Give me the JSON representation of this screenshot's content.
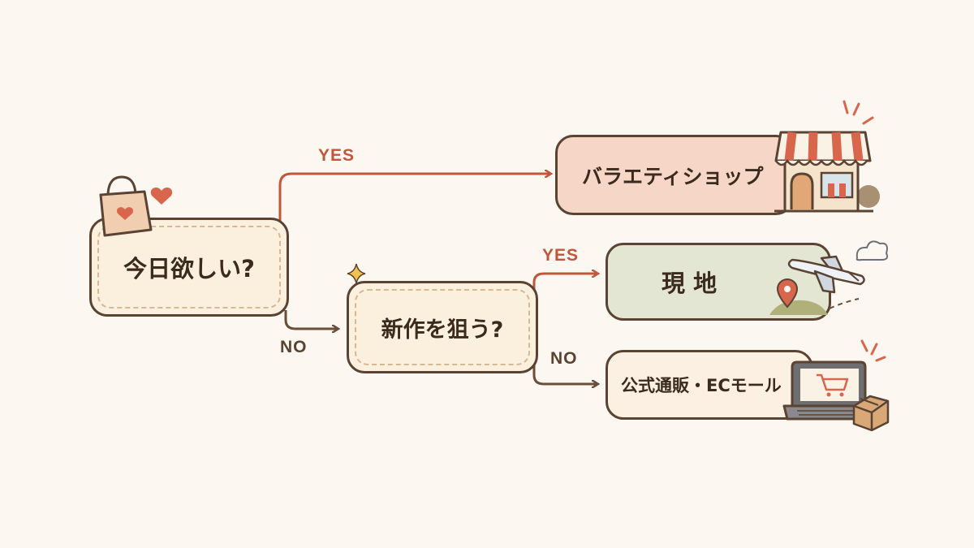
{
  "nodes": {
    "start": {
      "label": "今日欲しい?"
    },
    "question": {
      "label": "新作を狙う?"
    },
    "variety_shop": {
      "label": "バラエティショップ"
    },
    "local": {
      "label": "現 地"
    },
    "online": {
      "label": "公式通販・ECモール"
    }
  },
  "edges": {
    "start_yes": "YES",
    "start_no": "NO",
    "question_yes": "YES",
    "question_no": "NO"
  },
  "colors": {
    "background": "#fcf8f1",
    "outline": "#5a4332",
    "yes_arrow": "#c0573c",
    "no_arrow": "#6b4e39",
    "start_fill": "#fbefdd",
    "shop_fill": "#f6d6c6",
    "local_fill": "#e4e6d4",
    "online_fill": "#fbf0e2"
  },
  "icons": [
    "shopping-bag-icon",
    "heart-icon",
    "sparkle-icon",
    "store-icon",
    "airplane-icon",
    "cloud-icon",
    "map-pin-icon",
    "laptop-cart-icon",
    "package-icon"
  ]
}
